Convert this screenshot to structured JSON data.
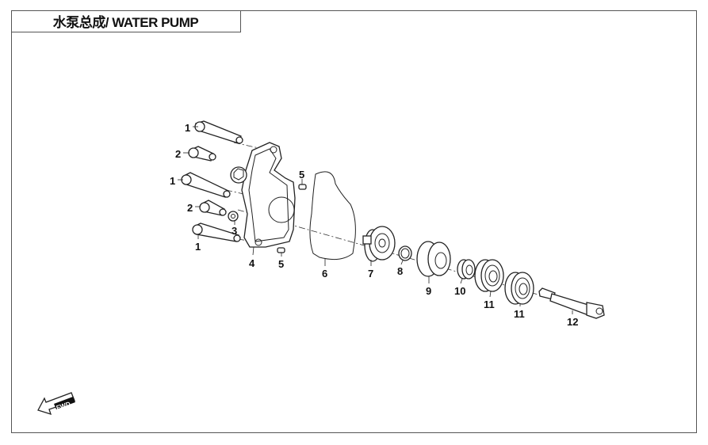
{
  "title": "水泵总成/ WATER PUMP",
  "direction_badge": "FWD",
  "callouts": [
    "1",
    "2",
    "1",
    "2",
    "3",
    "1",
    "4",
    "5",
    "5",
    "6",
    "7",
    "8",
    "9",
    "10",
    "11",
    "11",
    "12"
  ]
}
